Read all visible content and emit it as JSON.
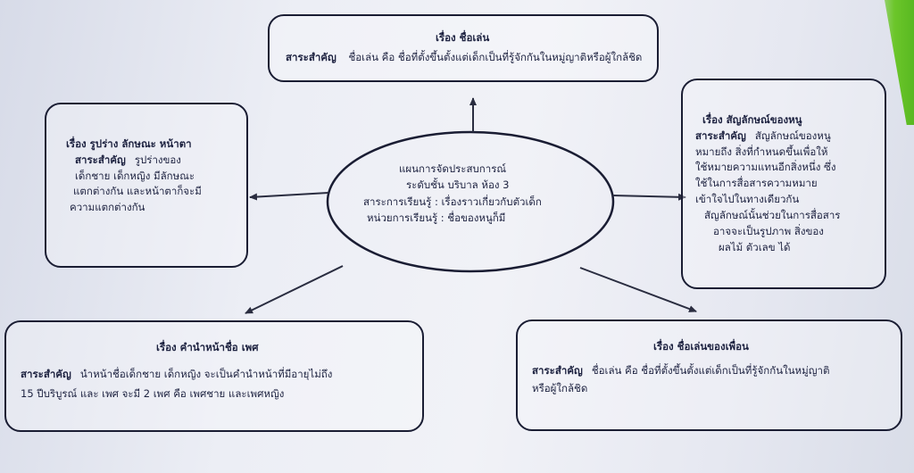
{
  "center": {
    "line1": "แผนการจัดประสบการณ์",
    "line2": "ระดับชั้น   บริบาล ห้อง 3",
    "line3": "สาระการเรียนรู้ : เรื่องราวเกี่ยวกับตัวเด็ก",
    "line4": "หน่วยการเรียนรู้ : ชื่อของหนูก็มี"
  },
  "top": {
    "title": "เรื่อง  ชื่อเล่น",
    "label": "สาระสำคัญ",
    "text": "ชื่อเล่น คือ ชื่อที่ตั้งขึ้นตั้งแต่เด็กเป็นที่รู้จักกันในหมู่ญาติหรือผู้ใกล้ชิด"
  },
  "left": {
    "title": "เรื่อง  รูปร่าง  ลักษณะ  หน้าตา",
    "label": "สาระสำคัญ",
    "line1": "รูปร่างของ",
    "line2": "เด็กชาย เด็กหญิง มีลักษณะ",
    "line3": "แตกต่างกัน และหน้าตาก็จะมี",
    "line4": "ความแตกต่างกัน"
  },
  "right": {
    "title": "เรื่อง  สัญลักษณ์ของหนู",
    "label": "สาระสำคัญ",
    "line1": "สัญลักษณ์ของหนู",
    "line2": "หมายถึง สิ่งที่กำหนดขึ้นเพื่อให้",
    "line3": "ใช้หมายความแทนอีกสิ่งหนึ่ง ซึ่ง",
    "line4": "ใช้ในการสื่อสารความหมาย",
    "line5": "เข้าใจไปในทางเดียวกัน",
    "line6": "สัญลักษณ์นั้นช่วยในการสื่อสาร",
    "line7": "อาจจะเป็นรูปภาพ สิ่งของ",
    "line8": "ผลไม้ ตัวเลข ได้"
  },
  "bottom_left": {
    "title": "เรื่อง  คำนำหน้าชื่อ  เพศ",
    "label": "สาระสำคัญ",
    "line1": "นำหน้าชื่อเด็กชาย เด็กหญิง จะเป็นคำนำหน้าที่มีอายุไม่ถึง",
    "line2": "15 ปีบริบูรณ์ และ เพศ จะมี 2 เพศ คือ เพศชาย และเพศหญิง"
  },
  "bottom_right": {
    "title": "เรื่อง  ชื่อเล่นของเพื่อน",
    "label": "สาระสำคัญ",
    "line1": "ชื่อเล่น คือ ชื่อที่ตั้งขึ้นตั้งแต่เด็กเป็นที่รู้จักกันในหมู่ญาติ",
    "line2": "หรือผู้ใกล้ชิด"
  }
}
